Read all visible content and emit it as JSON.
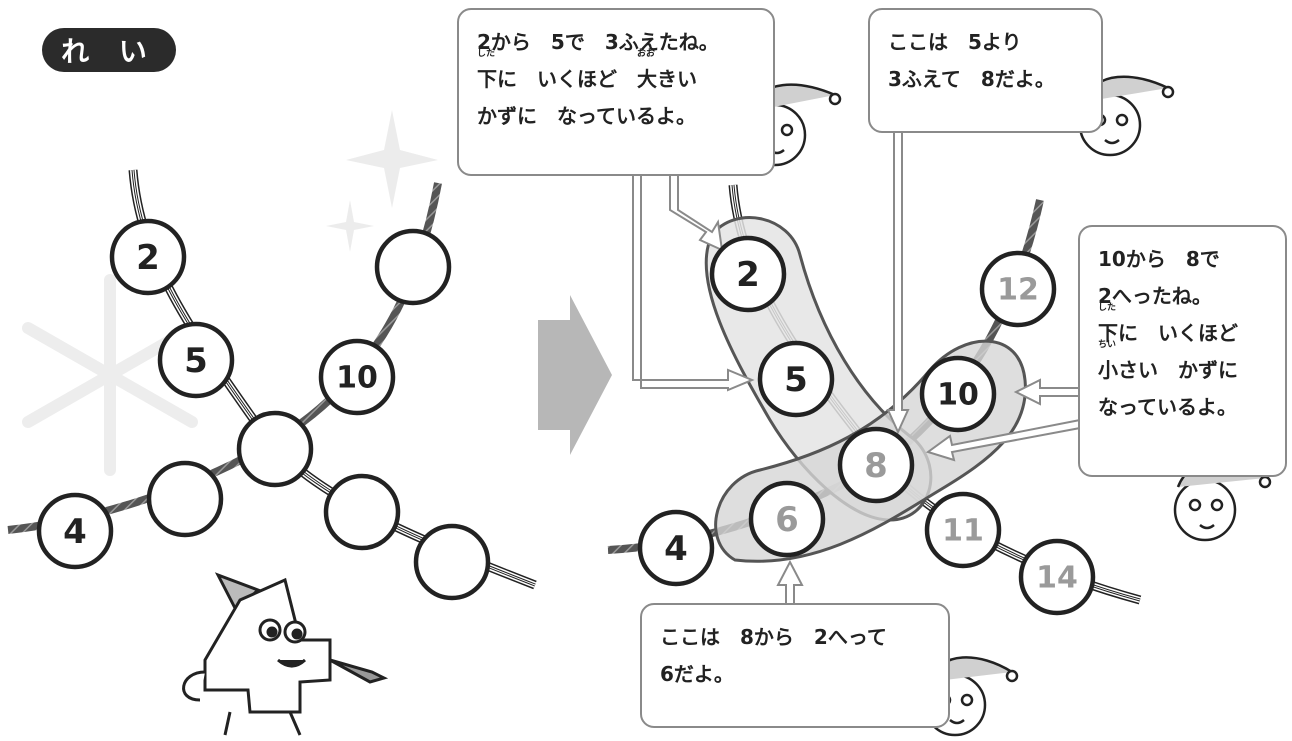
{
  "badge": "れ い",
  "example": {
    "left_top": "2",
    "left_mid": "5",
    "left_left": "4",
    "right_mid": "10",
    "blank_circle_count": 5
  },
  "answer": {
    "top": "2",
    "upper_left": "5",
    "center": "8",
    "lower_left": "6",
    "left": "4",
    "right_top": "12",
    "right_upper": "10",
    "right_lower": "11",
    "right_bottom": "14"
  },
  "bubbles": {
    "top_left": {
      "line1": "2から　5で　3ふえたね。",
      "line2_a": "下",
      "line2_a_ruby": "した",
      "line2_b": "に　いくほど　",
      "line2_c": "大",
      "line2_c_ruby": "おお",
      "line2_d": "きい",
      "line3": "かずに　なっているよ。"
    },
    "top_right": {
      "line1": "ここは　5より",
      "line2": "3ふえて　8だよ。"
    },
    "right": {
      "line1": "10から　8で",
      "line2": "2へったね。",
      "line3_a": "下",
      "line3_a_ruby": "した",
      "line3_b": "に　いくほど",
      "line4_a": "小",
      "line4_a_ruby": "ちい",
      "line4_b": "さい　かずに",
      "line5": "なっているよ。"
    },
    "bottom": {
      "line1": "ここは　8から　2へって",
      "line2": "6だよ。"
    }
  },
  "colors": {
    "ink": "#222222",
    "gray_text": "#9a9a9a",
    "highlight": "#d9d9d9",
    "arrow": "#bdbdbd"
  }
}
